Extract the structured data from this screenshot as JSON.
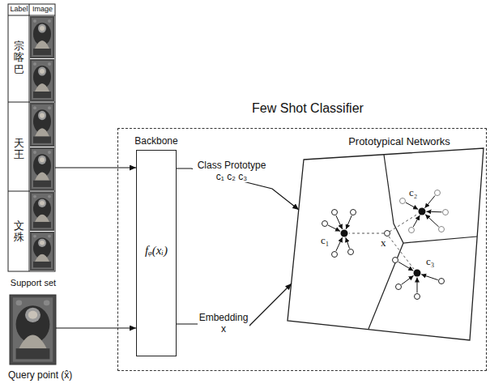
{
  "diagram": {
    "nodes": [
      {
        "text": [
          "Support set"
        ]
      },
      {
        "text": [
          "Few Shot Classifier"
        ]
      },
      {
        "text": [
          "Backbone",
          "fᵩ(xᵢ)"
        ],
        "in": 1
      },
      {
        "text": [
          "Prototypical Networks"
        ],
        "in": 1
      },
      {
        "text": [
          "Query point (x̂)"
        ]
      }
    ],
    "edges": [
      {
        "from": 0,
        "to": 2,
        "arrow": "to"
      },
      {
        "from": 4,
        "to": 2,
        "arrow": "to"
      },
      {
        "from": 2,
        "to": 3,
        "label": "Class Prototype c₁ c₂ c₃",
        "arrow": "to"
      },
      {
        "from": 2,
        "to": 3,
        "label": "Embedding x",
        "arrow": "to"
      }
    ],
    "labels": [
      "Label",
      "Image",
      "宗喀巴",
      "天王",
      "文殊",
      "c₁",
      "c₂",
      "c₃",
      "x"
    ]
  }
}
